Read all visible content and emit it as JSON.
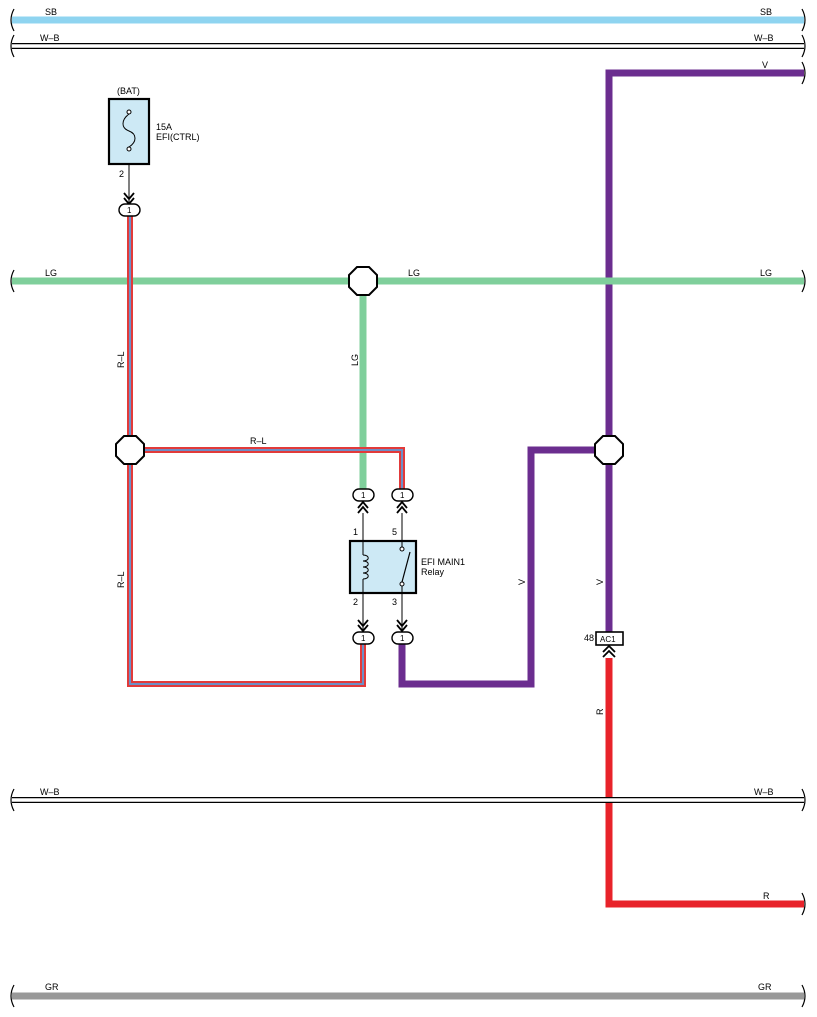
{
  "colors": {
    "SB": "#8fd4f0",
    "LG": "#7fcf9b",
    "V": "#6b2d8f",
    "R": "#e8232a",
    "GR": "#999999",
    "R_L_red": "#e23a3a",
    "R_L_blue": "#6d8fc6",
    "component_fill": "#cde9f5"
  },
  "buses": {
    "sb": {
      "left": "SB",
      "right": "SB"
    },
    "wb_top": {
      "left": "W–B",
      "right": "W–B"
    },
    "v": {
      "right": "V"
    },
    "lg": {
      "left": "LG",
      "mid": "LG",
      "right": "LG"
    },
    "wb_bottom": {
      "left": "W–B",
      "right": "W–B"
    },
    "r": {
      "right": "R"
    },
    "gr": {
      "left": "GR",
      "right": "GR"
    }
  },
  "fuse": {
    "source": "(BAT)",
    "rating": "15A",
    "name": "EFI(CTRL)",
    "pin": "2",
    "connector": "1"
  },
  "wires": {
    "rl_upper": "R–L",
    "rl_lower": "R–L",
    "rl_horizontal": "R–L",
    "lg_vertical": "LG",
    "v_left": "V",
    "v_right": "V",
    "r_vertical": "R"
  },
  "relay": {
    "name_line1": "EFI MAIN1",
    "name_line2": "Relay",
    "pins": {
      "coil_in": "1",
      "coil_out": "2",
      "sw_in": "5",
      "sw_out": "3"
    },
    "connectors": {
      "c1": "1",
      "c2": "1",
      "c3": "1",
      "c4": "1"
    }
  },
  "junction_connector": {
    "pin": "48",
    "id": "AC1"
  }
}
